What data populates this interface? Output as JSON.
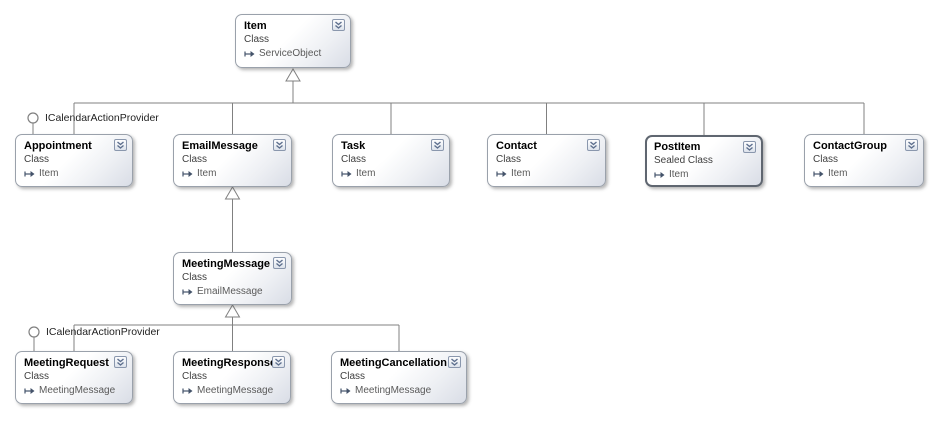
{
  "diagram": {
    "type": "class-diagram",
    "colors": {
      "background": "#ffffff",
      "box_border": "#9aa1ab",
      "sealed_box_border": "#5f6670",
      "box_gradient_start": "#ffffff",
      "box_gradient_end": "#d9dde6",
      "connector": "#808080",
      "title_text": "#000000",
      "kind_text": "#3f3f3f",
      "base_text": "#5a5a5a",
      "chevron_icon": "#5d6f8e"
    },
    "icons": {
      "chevron": "double-chevron-down-collapse-icon",
      "inherits": "right-arrow-inherits-icon",
      "lollipop": "interface-lollipop-icon"
    },
    "interfaces": [
      {
        "label": "ICalendarActionProvider",
        "attached_to": "Appointment"
      },
      {
        "label": "ICalendarActionProvider",
        "attached_to": "MeetingRequest"
      }
    ],
    "nodes": [
      {
        "title": "Item",
        "kind": "Class",
        "base": "ServiceObject"
      },
      {
        "title": "Appointment",
        "kind": "Class",
        "base": "Item"
      },
      {
        "title": "EmailMessage",
        "kind": "Class",
        "base": "Item"
      },
      {
        "title": "Task",
        "kind": "Class",
        "base": "Item"
      },
      {
        "title": "Contact",
        "kind": "Class",
        "base": "Item"
      },
      {
        "title": "PostItem",
        "kind": "Sealed Class",
        "base": "Item"
      },
      {
        "title": "ContactGroup",
        "kind": "Class",
        "base": "Item"
      },
      {
        "title": "MeetingMessage",
        "kind": "Class",
        "base": "EmailMessage"
      },
      {
        "title": "MeetingRequest",
        "kind": "Class",
        "base": "MeetingMessage"
      },
      {
        "title": "MeetingResponse",
        "kind": "Class",
        "base": "MeetingMessage"
      },
      {
        "title": "MeetingCancellation",
        "kind": "Class",
        "base": "MeetingMessage"
      }
    ]
  }
}
